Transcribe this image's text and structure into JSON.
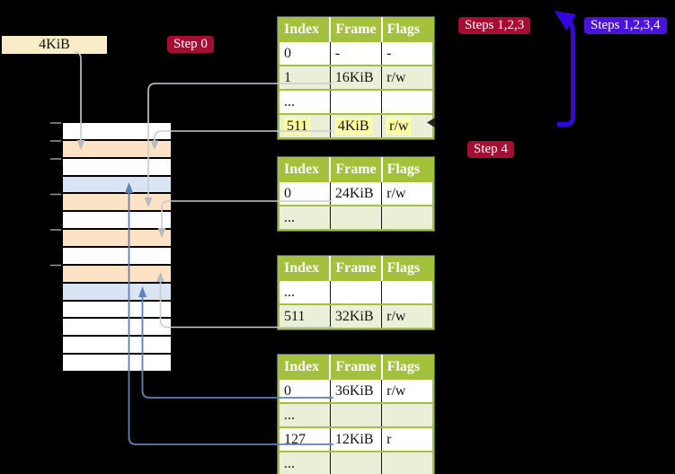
{
  "diagram": {
    "title_hidden": "",
    "physical_label": "4KiB",
    "badges": {
      "step0": "Step 0",
      "steps123": "Steps 1,2,3",
      "steps1234": "Steps 1,2,3,4",
      "step4": "Step 4"
    },
    "tables": [
      {
        "name": "page-table-level4",
        "headers": [
          "Index",
          "Frame",
          "Flags"
        ],
        "rows": [
          {
            "cells": [
              "0",
              "-",
              "-"
            ],
            "shaded": false,
            "highlighted": false
          },
          {
            "cells": [
              "1",
              "16KiB",
              "r/w"
            ],
            "shaded": true,
            "highlighted": false
          },
          {
            "cells": [
              "...",
              "",
              ""
            ],
            "shaded": false,
            "highlighted": false
          },
          {
            "cells": [
              "511",
              "4KiB",
              "r/w"
            ],
            "shaded": true,
            "highlighted": true
          }
        ]
      },
      {
        "name": "page-table-level3",
        "headers": [
          "Index",
          "Frame",
          "Flags"
        ],
        "rows": [
          {
            "cells": [
              "0",
              "24KiB",
              "r/w"
            ],
            "shaded": false,
            "highlighted": false
          },
          {
            "cells": [
              "...",
              "",
              ""
            ],
            "shaded": true,
            "highlighted": false
          }
        ]
      },
      {
        "name": "page-table-level2",
        "headers": [
          "Index",
          "Frame",
          "Flags"
        ],
        "rows": [
          {
            "cells": [
              "...",
              "",
              ""
            ],
            "shaded": false,
            "highlighted": false
          },
          {
            "cells": [
              "511",
              "32KiB",
              "r/w"
            ],
            "shaded": true,
            "highlighted": false
          }
        ]
      },
      {
        "name": "page-table-level1",
        "headers": [
          "Index",
          "Frame",
          "Flags"
        ],
        "rows": [
          {
            "cells": [
              "0",
              "36KiB",
              "r/w"
            ],
            "shaded": false,
            "highlighted": false
          },
          {
            "cells": [
              "...",
              "",
              ""
            ],
            "shaded": true,
            "highlighted": false
          },
          {
            "cells": [
              "127",
              "12KiB",
              "r"
            ],
            "shaded": false,
            "highlighted": false
          },
          {
            "cells": [
              "...",
              "",
              ""
            ],
            "shaded": true,
            "highlighted": false
          }
        ]
      }
    ],
    "memory_rows": [
      "white",
      "orange",
      "white",
      "blue",
      "orange",
      "white",
      "orange",
      "white",
      "orange",
      "blue",
      "white",
      "white",
      "white",
      "white"
    ],
    "colors": {
      "table_green": "#a3c13a",
      "row_shade": "#eaf0d8",
      "highlight": "#feff9e",
      "mem_orange": "#fce3c6",
      "mem_blue": "#d9e5f5",
      "wheat": "#f9edc7",
      "badge_red": "#a50d32",
      "badge_blue": "#4a14dd",
      "arrow_gray": "#c9ccd1",
      "arrow_gray_head": "#b7bcc4",
      "arrow_blue": "#5d81b8",
      "loop_blue": "#3407e0"
    }
  }
}
